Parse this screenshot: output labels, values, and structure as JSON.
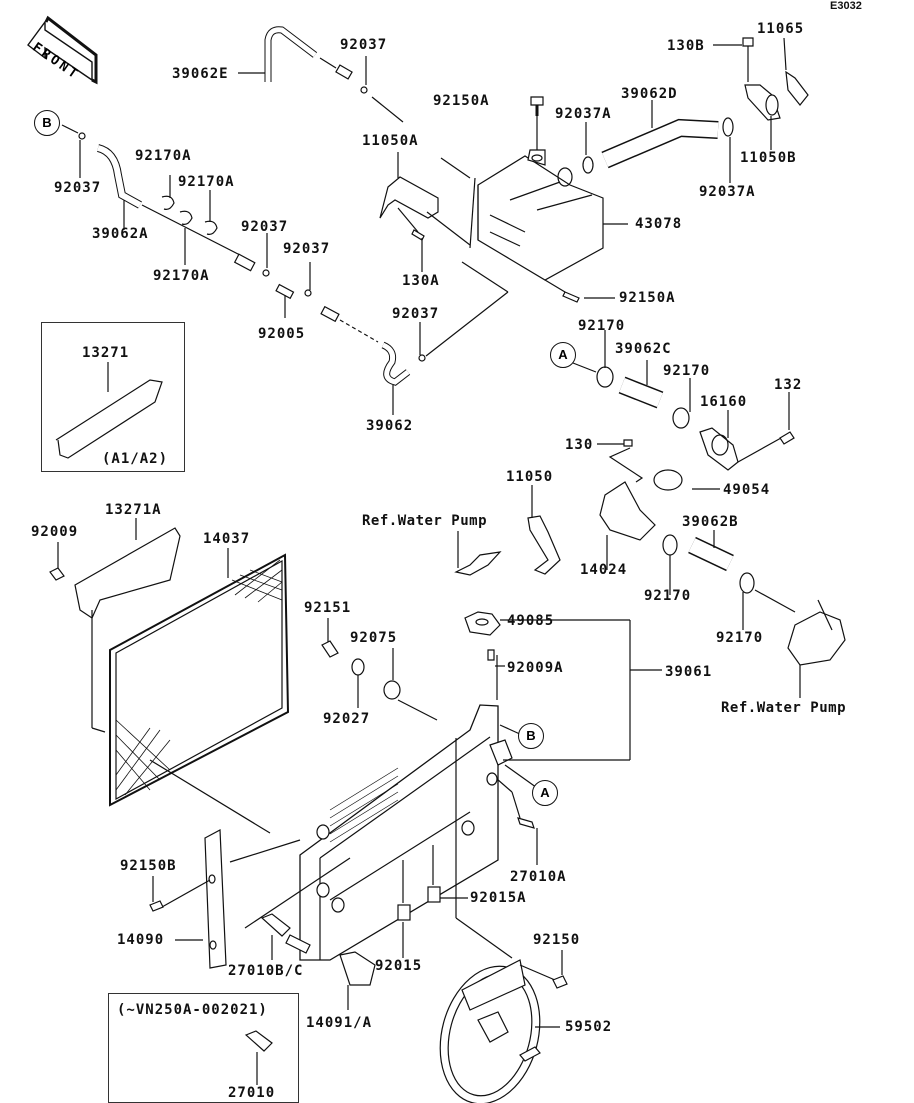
{
  "diagram": {
    "code": "E3032",
    "front_label": "FRONT",
    "callouts": {
      "a": "A",
      "b": "B"
    },
    "insets": {
      "a1a2": {
        "note": "(A1/A2)",
        "part": "13271"
      },
      "serial": {
        "note": "(~VN250A-002021)",
        "part": "27010"
      }
    },
    "refs": {
      "water_pump_1": "Ref.Water Pump",
      "water_pump_2": "Ref.Water Pump"
    },
    "parts": {
      "p39062E": "39062E",
      "p92037_top": "92037",
      "p92150A_top": "92150A",
      "p92037A_left": "92037A",
      "p39062D": "39062D",
      "p130B": "130B",
      "p11065": "11065",
      "p11050B": "11050B",
      "p92037A_right": "92037A",
      "p43078": "43078",
      "p92150A_bot": "92150A",
      "p11050A": "11050A",
      "p130A": "130A",
      "p92037_b": "92037",
      "p39062A": "39062A",
      "p92170A_1": "92170A",
      "p92170A_2": "92170A",
      "p92170A_3": "92170A",
      "p92037_m1": "92037",
      "p92037_m2": "92037",
      "p92005": "92005",
      "p92037_m3": "92037",
      "p39062": "39062",
      "p92170_a": "92170",
      "p39062C": "39062C",
      "p92170_b": "92170",
      "p16160": "16160",
      "p132": "132",
      "p130": "130",
      "p49054": "49054",
      "p11050": "11050",
      "p14024": "14024",
      "p39062B": "39062B",
      "p92170_c": "92170",
      "p92170_d": "92170",
      "p13271A": "13271A",
      "p92009": "92009",
      "p14037": "14037",
      "p92151": "92151",
      "p92075": "92075",
      "p92027": "92027",
      "p49085": "49085",
      "p92009A": "92009A",
      "p39061": "39061",
      "p27010A": "27010A",
      "p92150B": "92150B",
      "p14090": "14090",
      "p27010BC": "27010B/C",
      "p92015": "92015",
      "p92015A": "92015A",
      "p92150": "92150",
      "p14091A": "14091/A",
      "p59502": "59502"
    }
  }
}
